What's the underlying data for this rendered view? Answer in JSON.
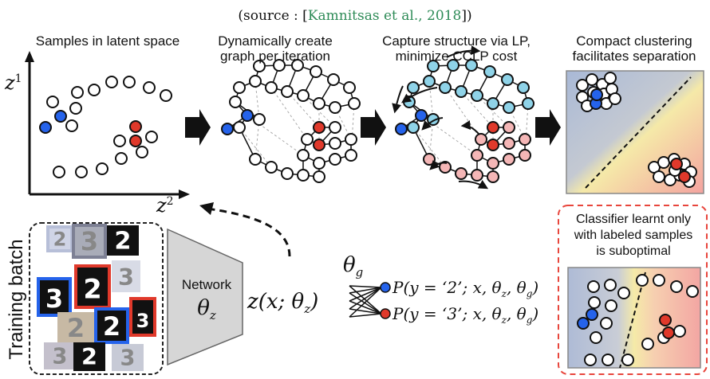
{
  "source": {
    "prefix": "(source : [",
    "citation": "Kamnitsas et al., 2018",
    "suffix": "])"
  },
  "panels": {
    "p1": {
      "caption": "Samples in latent space",
      "axis_y": "z",
      "axis_y_sup": "1",
      "axis_x": "z",
      "axis_x_sup": "2"
    },
    "p2": {
      "caption_l1": "Dynamically create",
      "caption_l2": "graph per iteration"
    },
    "p3": {
      "caption_l1": "Capture structure via LP,",
      "caption_l2": "minimize CCLP cost"
    },
    "p4": {
      "caption_l1": "Compact clustering",
      "caption_l2": "facilitates separation"
    }
  },
  "batch": {
    "label": "Training batch"
  },
  "network": {
    "label": "Network",
    "param": "θ",
    "param_sub": "z"
  },
  "embedding": {
    "text": "z(x; θ",
    "sub": "z",
    "close": ")"
  },
  "classifier": {
    "theta": "θ",
    "theta_sub": "g"
  },
  "outputs": [
    {
      "text": "P(y = ‘2’; x, θ",
      "sub1": "z",
      "mid": ", θ",
      "sub2": "g",
      "close": ")",
      "color": "#2563eb"
    },
    {
      "text": "P(y = ‘3’; x, θ",
      "sub1": "z",
      "mid": ", θ",
      "sub2": "g",
      "close": ")",
      "color": "#e0392b"
    }
  ],
  "suboptimal": {
    "l1": "Classifier learnt only",
    "l2": "with labeled samples",
    "l3": "is suboptimal"
  },
  "digits": [
    "2",
    "3",
    "2",
    "3",
    "2",
    "3",
    "2",
    "3"
  ],
  "colors": {
    "blue": "#2563eb",
    "red": "#e0392b",
    "light_blue": "#8fd3e8",
    "light_red": "#f4b6b6",
    "dash_red": "#e8453c"
  }
}
